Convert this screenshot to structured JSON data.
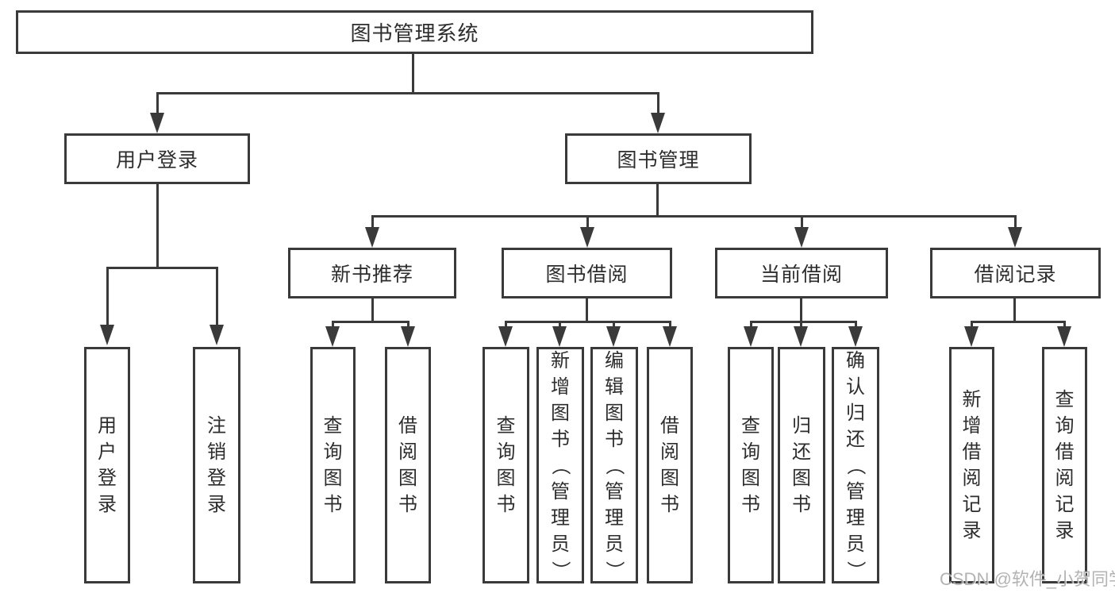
{
  "colors": {
    "line": "#3a3a3a",
    "text": "#2d2d2d",
    "watermark": "#a6a6a6"
  },
  "watermark": {
    "text": "CSDN @软件_小贺同学"
  },
  "tree": {
    "root": {
      "label": "图书管理系统"
    },
    "branches": [
      {
        "label": "用户登录",
        "children": [
          {
            "label": "用户登录"
          },
          {
            "label": "注销登录"
          }
        ]
      },
      {
        "label": "图书管理",
        "children": [
          {
            "label": "新书推荐",
            "children": [
              {
                "label": "查询图书"
              },
              {
                "label": "借阅图书"
              }
            ]
          },
          {
            "label": "图书借阅",
            "children": [
              {
                "label": "查询图书"
              },
              {
                "label": "新增图书（管理员）"
              },
              {
                "label": "编辑图书（管理员）"
              },
              {
                "label": "借阅图书"
              }
            ]
          },
          {
            "label": "当前借阅",
            "children": [
              {
                "label": "查询图书"
              },
              {
                "label": "归还图书"
              },
              {
                "label": "确认归还（管理员）"
              }
            ]
          },
          {
            "label": "借阅记录",
            "children": [
              {
                "label": "新增借阅记录"
              },
              {
                "label": "查询借阅记录"
              }
            ]
          }
        ]
      }
    ]
  }
}
